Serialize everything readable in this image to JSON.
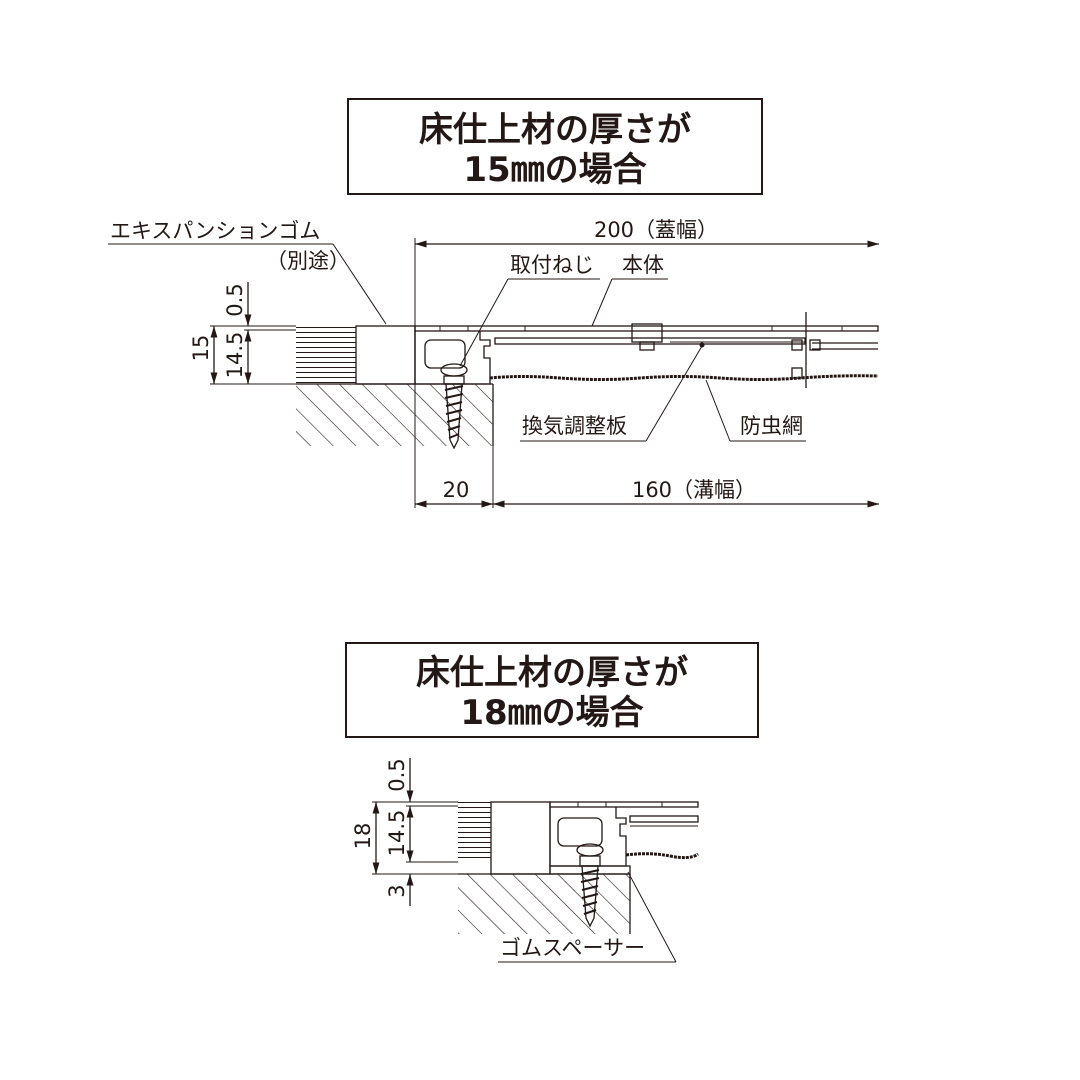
{
  "diagram_top": {
    "title_line1": "床仕上材の厚さが",
    "title_line2": "15㎜の場合",
    "labels": {
      "expansion_rubber": "エキスパンションゴム",
      "expansion_rubber_note": "（別途）",
      "screw": "取付ねじ",
      "body": "本体",
      "vent_plate": "換気調整板",
      "insect_net": "防虫網"
    },
    "dimensions": {
      "cover_width": "200（蓋幅）",
      "groove_width": "160（溝幅）",
      "flange": "20",
      "thickness_total": "15",
      "thickness_main": "14.5",
      "thickness_gap": "0.5"
    }
  },
  "diagram_bottom": {
    "title_line1": "床仕上材の厚さが",
    "title_line2": "18㎜の場合",
    "labels": {
      "rubber_spacer": "ゴムスペーサー"
    },
    "dimensions": {
      "thickness_total": "18",
      "thickness_main": "14.5",
      "thickness_gap": "0.5",
      "spacer": "3"
    }
  }
}
